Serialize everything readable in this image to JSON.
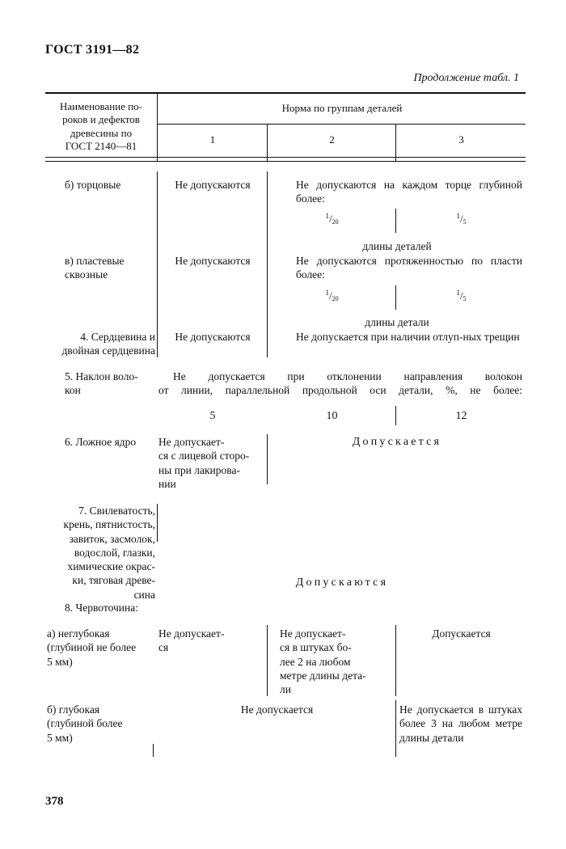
{
  "header": {
    "doc_title": "ГОСТ 3191—82",
    "continuation": "Продолжение табл. 1"
  },
  "table_header": {
    "col_name": "Наименование по-\nроков и дефектов\nдревесины по\nГОСТ 2140—81",
    "col_norm": "Норма по группам деталей",
    "group_1": "1",
    "group_2": "2",
    "group_3": "3"
  },
  "rows": {
    "r1": {
      "name": "б) торцовые",
      "g1": "Не допускаются",
      "g23": "Не допускаются на каждом торце глубиной более:",
      "f2_num": "1",
      "f2_den": "20",
      "f3_num": "1",
      "f3_den": "5",
      "tail": "длины деталей"
    },
    "r2": {
      "name": "в) пластевые\nсквозные",
      "g1": "Не допускаются",
      "g23": "Не допускаются протяженностью по пласти более:",
      "f2_num": "1",
      "f2_den": "20",
      "f3_num": "1",
      "f3_den": "5",
      "tail": "длины детали"
    },
    "r3": {
      "name": "4. Сердцевина и\nдвойная сердцевина",
      "g1": "Не допускаются",
      "g23": "Не допускается при наличии отлуп-ных трещин"
    },
    "r4": {
      "name": "5. Наклон воло-\nкон",
      "span_line1": "Не допускается при отклонении направления волокон",
      "span_line2": "от линии, параллельной продольной оси детали, %, не более:",
      "v1": "5",
      "v2": "10",
      "v3": "12"
    },
    "r5": {
      "name": "6. Ложное ядро",
      "g1": "Не допускает-\nся с лицевой сторо-\nны при лакирова-\nнии",
      "g23": "Допускается"
    },
    "r6": {
      "name": "7. Свилеватость,\nкрень, пятнистость,\nзавиток, засмолок,\nводослой, глазки,\nхимические окрас-\nки, тяговая древе-\nсина",
      "all": "Допускаются"
    },
    "r7": {
      "name": "8. Червоточина:"
    },
    "r8": {
      "name": "а) неглубокая\n(глубиной не более\n5 мм)",
      "g1": "Не допускает-\nся",
      "g2": "Не допускает-\nся в штуках бо-\nлее 2 на любом\nметре длины дета-\nли",
      "g3": "Допускается"
    },
    "r9": {
      "name": "б) глубокая\n(глубиной более\n5 мм)",
      "g12": "Не допускается",
      "g3": "Не допускается в штуках более 3 на любом метре длины детали"
    }
  },
  "page_number": "378"
}
